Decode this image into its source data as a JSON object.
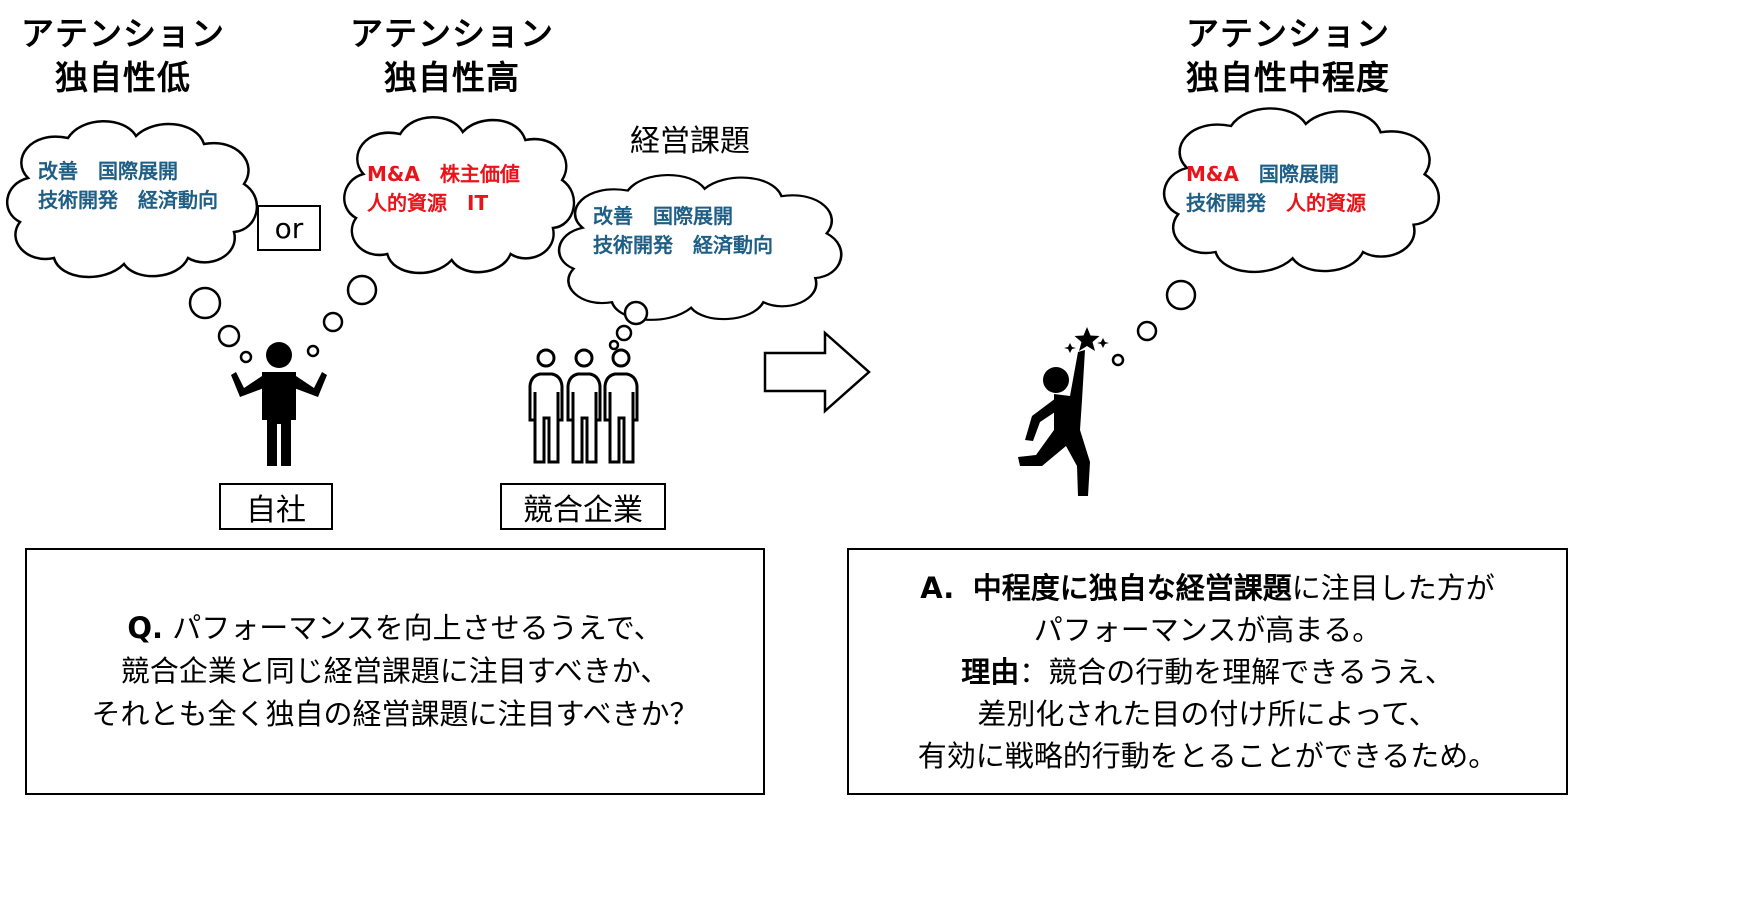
{
  "headings": {
    "low": {
      "line1": "アテンション",
      "line2": "独自性低"
    },
    "high": {
      "line1": "アテンション",
      "line2": "独自性高"
    },
    "mid": {
      "line1": "アテンション",
      "line2": "独自性中程度"
    }
  },
  "or_label": "or",
  "competitor_topic_label": "経営課題",
  "clouds": {
    "low": {
      "line1": "改善　国際展開",
      "line2": "技術開発　経済動向"
    },
    "high": {
      "line1": "M&A　株主価値",
      "line2": "人的資源　IT"
    },
    "competitor": {
      "line1": "改善　国際展開",
      "line2": "技術開発　経済動向"
    },
    "mid": {
      "line1_red": "M&A",
      "line1_blue": "　国際展開",
      "line2_blue": "技術開発",
      "line2_red": "　人的資源"
    }
  },
  "labels": {
    "self": "自社",
    "competitors": "競合企業"
  },
  "question": {
    "prefix": "Q.",
    "line1": " パフォーマンスを向上させるうえで、",
    "line2": "競合企業と同じ経営課題に注目すべきか、",
    "line3": "それとも全く独自の経営課題に注目すべきか？"
  },
  "answer": {
    "prefix": "A.",
    "bold1": "中程度に独自な経営課題",
    "line1_rest": "に注目した方が",
    "line2": "パフォーマンスが高まる。",
    "reason_label": "理由",
    "line3_rest": "：競合の行動を理解できるうえ、",
    "line4": "差別化された目の付け所によって、",
    "line5": "有効に戦略的行動をとることができるため。"
  },
  "colors": {
    "blue": "#1f5f86",
    "red": "#e8141a"
  }
}
